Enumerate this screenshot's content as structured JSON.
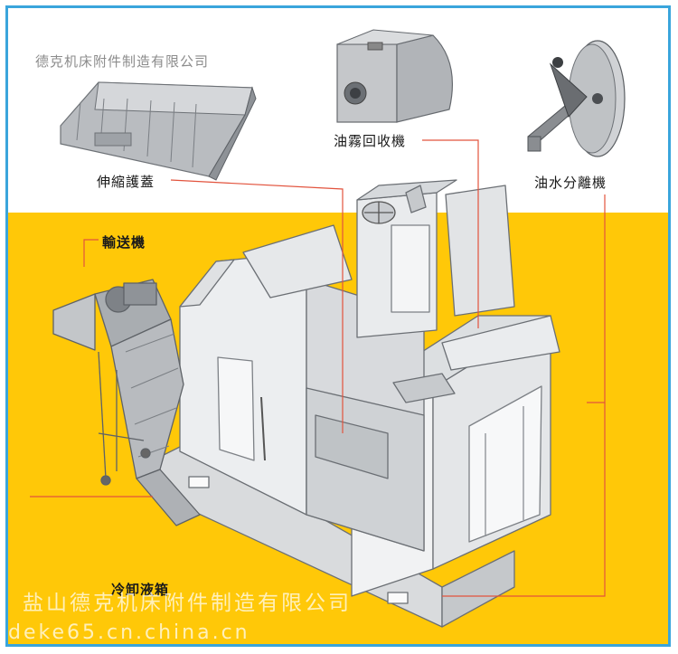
{
  "company_name": "德克机床附件制造有限公司",
  "labels": {
    "oil_mist_collector": "油霧回收機",
    "telescopic_cover": "伸縮護蓋",
    "oil_water_separator": "油水分離機",
    "chip_conveyor": "輸送機",
    "coolant_tank": "冷卸液箱"
  },
  "watermark": {
    "line1": "盐山德克机床附件制造有限公司",
    "line2": "deke65.cn.china.cn"
  },
  "colors": {
    "frame_border": "#3aa5dc",
    "background_band": "#ffc808",
    "callout_line": "#e2533d"
  }
}
